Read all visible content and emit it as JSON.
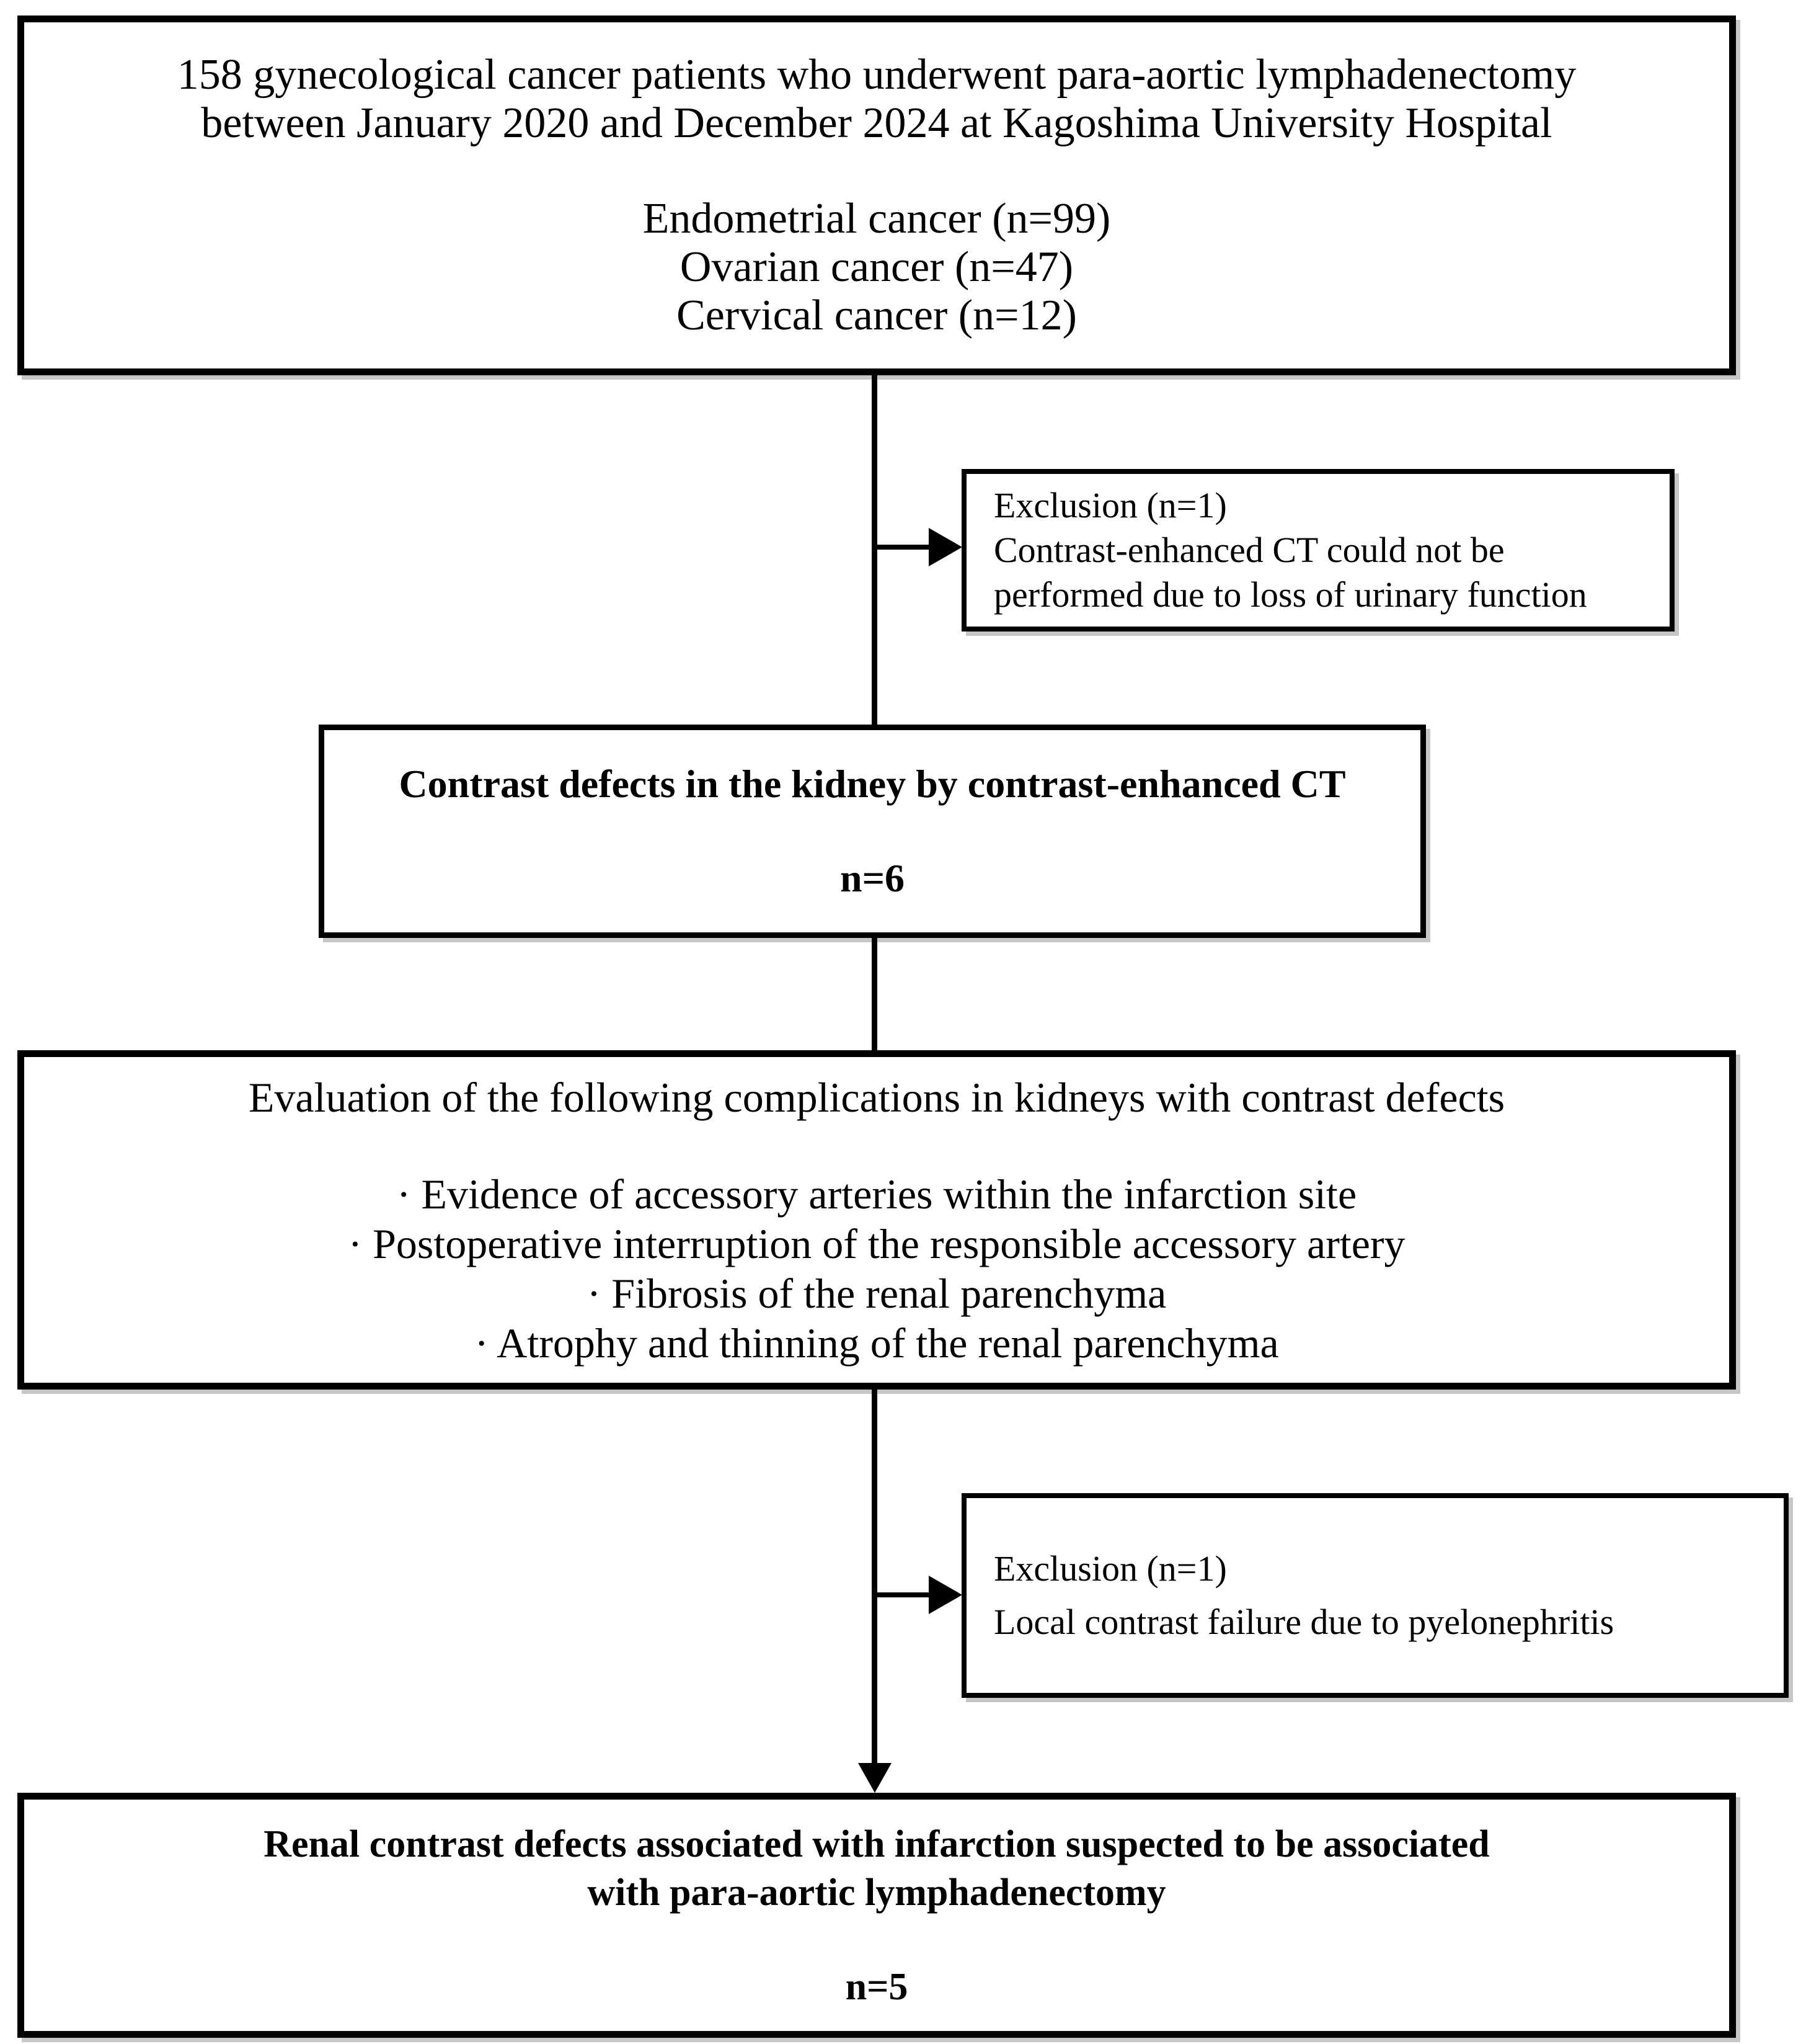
{
  "figure": {
    "type": "patient-flow-diagram",
    "background_color": "#ffffff",
    "line_color": "#000000"
  },
  "boxes": {
    "cohort": {
      "header_lines": [
        "158 gynecological cancer patients who underwent para-aortic lymphadenectomy",
        "between January 2020 and December 2024 at Kagoshima University Hospital"
      ],
      "group_lines": [
        "Endometrial cancer (n=99)",
        "Ovarian cancer (n=47)",
        "Cervical cancer (n=12)"
      ]
    },
    "exclusion1": {
      "title": "Exclusion (n=1)",
      "detail_lines": [
        "Contrast-enhanced CT could not be",
        "performed due to loss of urinary function"
      ]
    },
    "contrast": {
      "title": "Contrast defects in the kidney by contrast-enhanced CT",
      "count": "n=6"
    },
    "evaluation": {
      "title": "Evaluation of the following complications in kidneys with contrast defects",
      "bullets": [
        "· Evidence of accessory arteries within the infarction site",
        "· Postoperative interruption of the responsible accessory artery",
        "· Fibrosis of the renal parenchyma",
        "· Atrophy and thinning of the renal parenchyma"
      ]
    },
    "exclusion2": {
      "title": "Exclusion (n=1)",
      "detail_lines": [
        "Local contrast failure due to pyelonephritis"
      ]
    },
    "outcome": {
      "title_lines": [
        "Renal contrast defects associated with infarction suspected to be associated",
        "with para-aortic lymphadenectomy"
      ],
      "count": "n=5"
    }
  }
}
